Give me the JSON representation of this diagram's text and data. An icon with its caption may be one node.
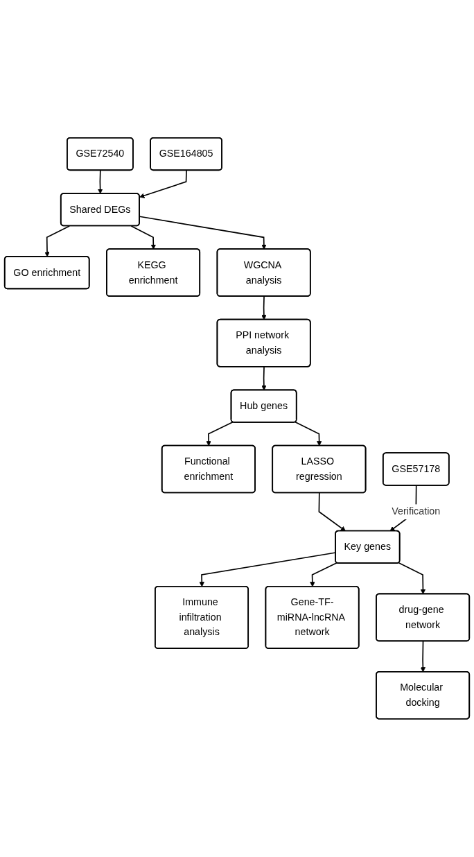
{
  "diagram": {
    "nodes": [
      {
        "text": [
          "GSE72540"
        ]
      },
      {
        "text": [
          "GSE164805"
        ]
      },
      {
        "text": [
          "Shared DEGs"
        ]
      },
      {
        "text": [
          "GO enrichment"
        ]
      },
      {
        "text": [
          "KEGG enrichment"
        ]
      },
      {
        "text": [
          "WGCNA analysis"
        ]
      },
      {
        "text": [
          "PPI network analysis"
        ]
      },
      {
        "text": [
          "Functional enrichment"
        ]
      },
      {
        "text": [
          "Hub genes"
        ]
      },
      {
        "text": [
          "GSE57178"
        ]
      },
      {
        "text": [
          "LASSO regression"
        ]
      },
      {
        "text": [
          "Immune infiltration analysis"
        ]
      },
      {
        "text": [
          "Key genes"
        ]
      },
      {
        "text": [
          "Gene-TF-miRNA-lncRNA network"
        ]
      },
      {
        "text": [
          "drug-gene network"
        ]
      },
      {
        "text": [
          "Molecular docking"
        ]
      }
    ],
    "edges": [
      {
        "from": 0,
        "to": 2,
        "arrow": "to"
      },
      {
        "from": 1,
        "to": 2,
        "arrow": "to"
      },
      {
        "from": 2,
        "to": 3,
        "arrow": "to"
      },
      {
        "from": 2,
        "to": 4,
        "arrow": "to"
      },
      {
        "from": 2,
        "to": 5,
        "arrow": "to"
      },
      {
        "from": 5,
        "to": 6,
        "arrow": "to"
      },
      {
        "from": 6,
        "to": 8,
        "arrow": "to"
      },
      {
        "from": 8,
        "to": 7,
        "arrow": "to"
      },
      {
        "from": 8,
        "to": 10,
        "arrow": "to"
      },
      {
        "from": 10,
        "to": 12,
        "arrow": "to"
      },
      {
        "from": 9,
        "to": 12,
        "arrow": "to",
        "label": "Verification"
      },
      {
        "from": 12,
        "to": 11,
        "arrow": "to"
      },
      {
        "from": 12,
        "to": 13,
        "arrow": "to"
      },
      {
        "from": 12,
        "to": 14,
        "arrow": "to"
      },
      {
        "from": 14,
        "to": 15,
        "arrow": "to"
      }
    ]
  }
}
